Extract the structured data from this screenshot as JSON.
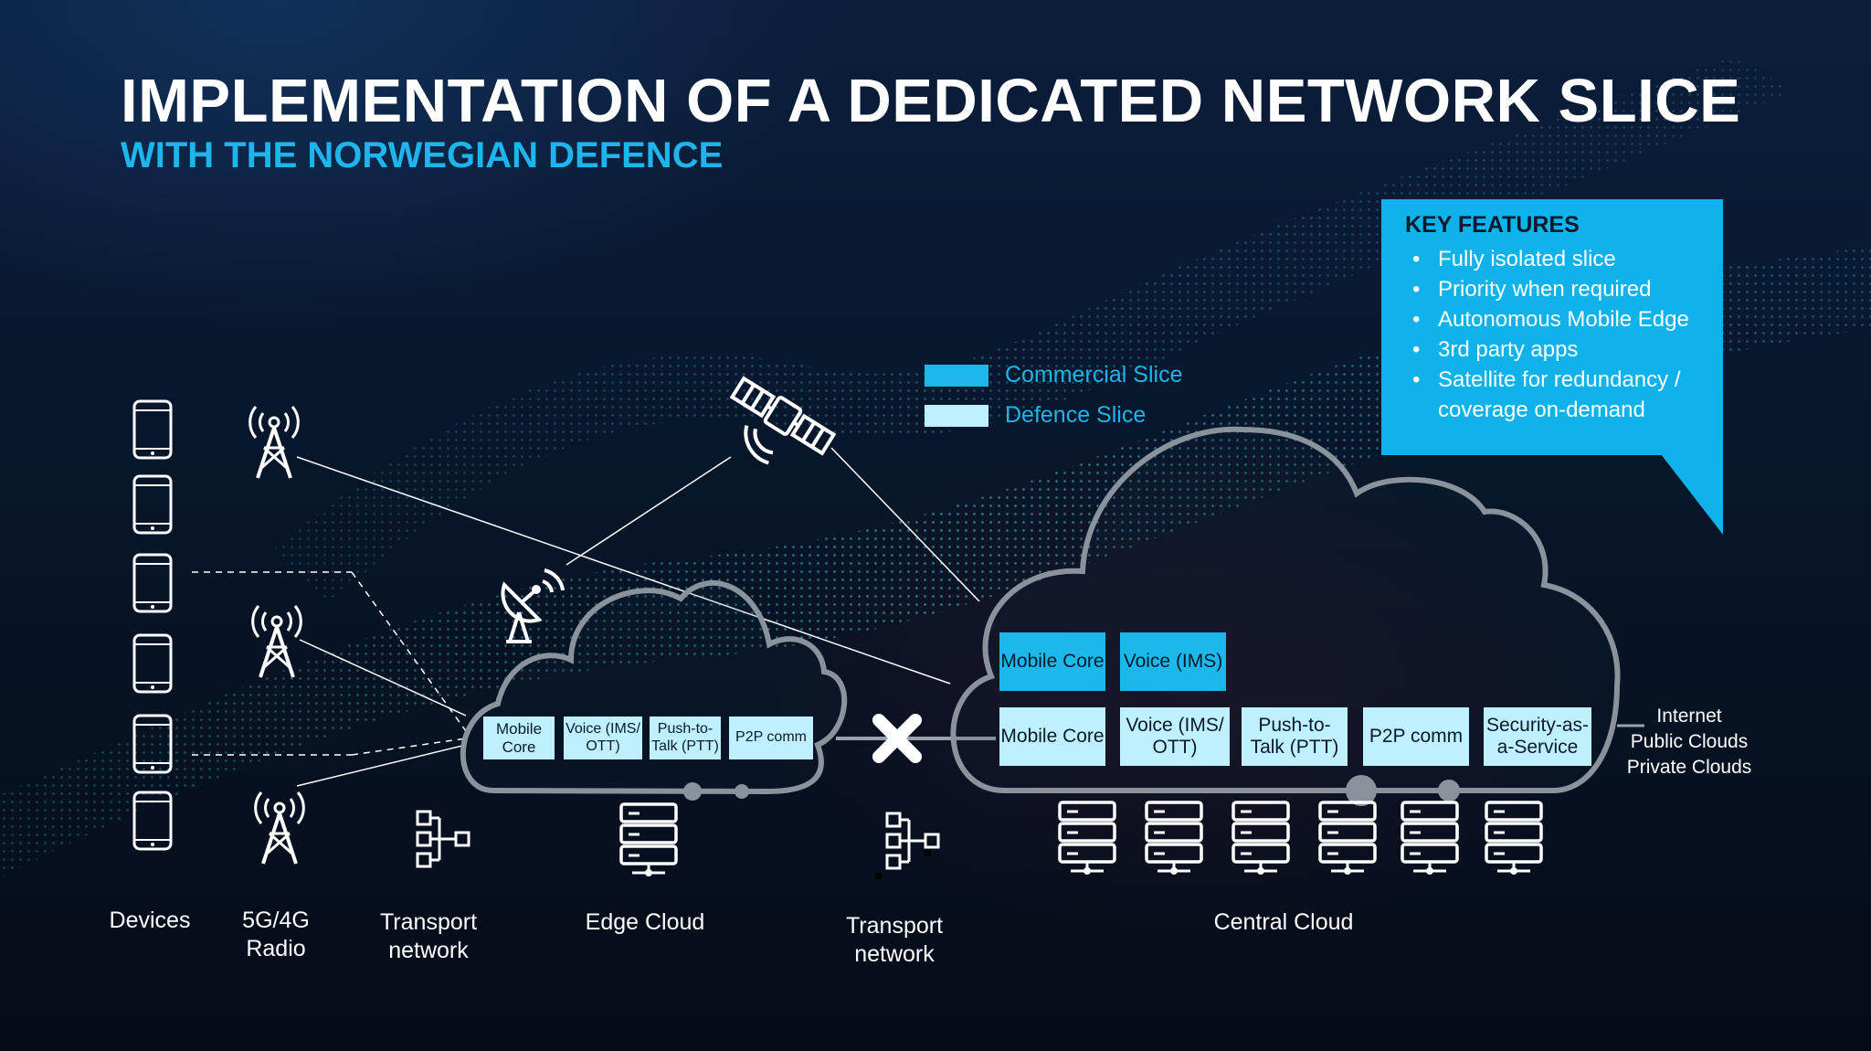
{
  "title": "IMPLEMENTATION OF A DEDICATED NETWORK SLICE",
  "subtitle": "WITH THE NORWEGIAN DEFENCE",
  "legend": {
    "commercial": "Commercial Slice",
    "defence": "Defence Slice",
    "commercial_color": "#1bb8ec",
    "defence_color": "#bff0ff"
  },
  "key_features": {
    "heading": "KEY FEATURES",
    "items": [
      "Fully isolated slice",
      "Priority when required",
      "Autonomous Mobile Edge",
      "3rd party apps",
      "Satellite for redundancy / coverage on-demand"
    ]
  },
  "edge_cloud": {
    "label": "Edge Cloud",
    "defence_boxes": [
      "Mobile Core",
      "Voice (IMS/ OTT)",
      "Push-to-Talk (PTT)",
      "P2P comm"
    ]
  },
  "central_cloud": {
    "label": "Central Cloud",
    "commercial_boxes": [
      "Mobile Core",
      "Voice (IMS)"
    ],
    "defence_boxes": [
      "Mobile Core",
      "Voice (IMS/ OTT)",
      "Push-to-Talk (PTT)",
      "P2P comm",
      "Security-as-a-Service"
    ]
  },
  "external": {
    "internet": "Internet",
    "public_clouds": "Public Clouds",
    "private_clouds": "Private Clouds"
  },
  "bottom_labels": {
    "devices": "Devices",
    "radio_line1": "5G/4G",
    "radio_line2": "Radio",
    "transport1_line1": "Transport",
    "transport1_line2": "network",
    "transport2_line1": "Transport",
    "transport2_line2": "network"
  },
  "icons": {
    "device": "smartphone-icon",
    "radio": "radio-tower-icon",
    "satellite": "satellite-icon",
    "dish": "satellite-dish-icon",
    "transport": "network-node-icon",
    "server": "server-icon",
    "cut": "disconnect-x-icon"
  },
  "colors": {
    "accent": "#1eb4ec",
    "dark_bg": "#07111f"
  }
}
